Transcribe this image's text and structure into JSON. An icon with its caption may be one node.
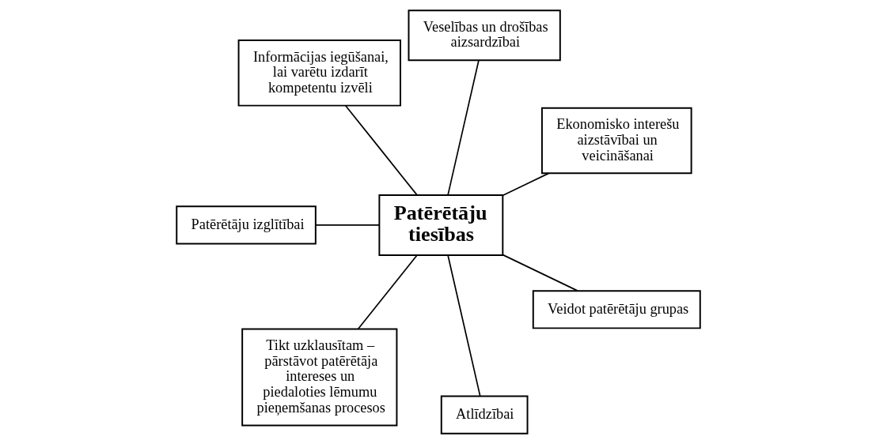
{
  "diagram": {
    "nodes": [
      {
        "text": [
          "Patērētāju tiesības"
        ]
      },
      {
        "text": [
          "Ekonomisko interešu aizstāvībai un veicināšanai"
        ]
      },
      {
        "text": [
          "Veselības un drošības aizsardzībai"
        ]
      },
      {
        "text": [
          "Informācijas iegūšanai, lai varētu izdarīt kompetentu izvēli"
        ]
      },
      {
        "text": [
          "Patērētāju izglītībai"
        ]
      },
      {
        "text": [
          "Tikt uzklausītam – pārstāvot patērētāja intereses un piedaloties lēmumu pieņemšanas procesos"
        ]
      },
      {
        "text": [
          "Atlīdzībai"
        ]
      },
      {
        "text": [
          "Veidot patērētāju grupas"
        ]
      }
    ],
    "edges": [
      {
        "from": 0,
        "to": 1,
        "arrow": "none"
      },
      {
        "from": 0,
        "to": 2,
        "arrow": "none"
      },
      {
        "from": 0,
        "to": 3,
        "arrow": "none"
      },
      {
        "from": 0,
        "to": 4,
        "arrow": "none"
      },
      {
        "from": 0,
        "to": 5,
        "arrow": "none"
      },
      {
        "from": 0,
        "to": 6,
        "arrow": "none"
      },
      {
        "from": 0,
        "to": 7,
        "arrow": "none"
      }
    ]
  }
}
